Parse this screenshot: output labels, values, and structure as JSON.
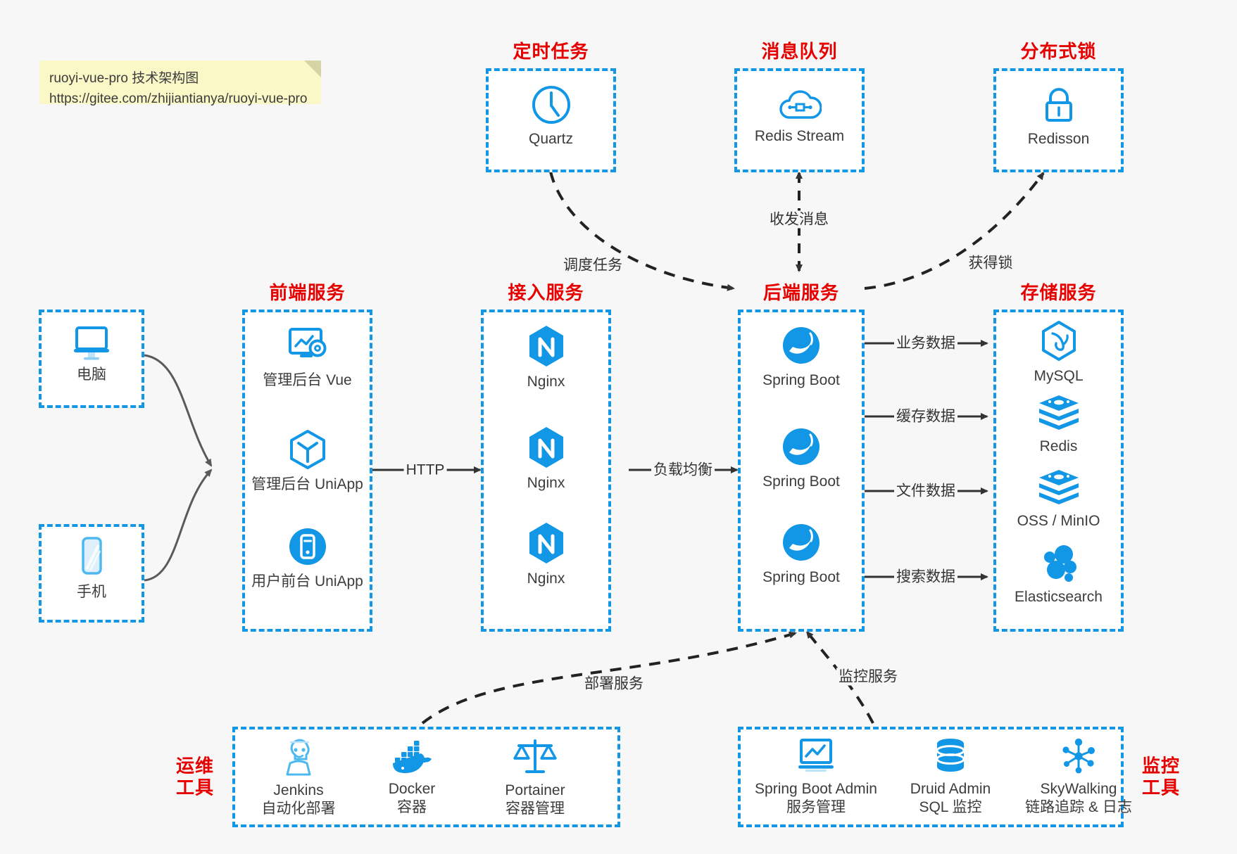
{
  "note": {
    "line1": "ruoyi-vue-pro 技术架构图",
    "line2": "https://gitee.com/zhijiantianya/ruoyi-vue-pro"
  },
  "colors": {
    "accent": "#1296e6",
    "title": "#e60000",
    "background": "#f7f7f7",
    "box_fill": "#ffffff",
    "note_fill": "#fbf8c8",
    "edge": "#333333",
    "curve_edge": "#5a5a5a"
  },
  "groups": {
    "scheduler": {
      "title": "定时任务",
      "nodes": [
        {
          "label": "Quartz",
          "icon": "clock-icon"
        }
      ]
    },
    "message_queue": {
      "title": "消息队列",
      "nodes": [
        {
          "label": "Redis Stream",
          "icon": "cloud-stream-icon"
        }
      ]
    },
    "distributed_lock": {
      "title": "分布式锁",
      "nodes": [
        {
          "label": "Redisson",
          "icon": "lock-icon"
        }
      ]
    },
    "clients": {
      "pc": {
        "label": "电脑",
        "icon": "desktop-icon"
      },
      "mobile": {
        "label": "手机",
        "icon": "phone-icon"
      }
    },
    "frontend": {
      "title": "前端服务",
      "nodes": [
        {
          "label": "管理后台 Vue",
          "icon": "dashboard-gear-icon"
        },
        {
          "label": "管理后台 UniApp",
          "icon": "cube-icon"
        },
        {
          "label": "用户前台 UniApp",
          "icon": "mobile-app-icon"
        }
      ]
    },
    "gateway": {
      "title": "接入服务",
      "nodes": [
        {
          "label": "Nginx",
          "icon": "nginx-icon"
        },
        {
          "label": "Nginx",
          "icon": "nginx-icon"
        },
        {
          "label": "Nginx",
          "icon": "nginx-icon"
        }
      ]
    },
    "backend": {
      "title": "后端服务",
      "nodes": [
        {
          "label": "Spring Boot",
          "icon": "spring-boot-icon"
        },
        {
          "label": "Spring Boot",
          "icon": "spring-boot-icon"
        },
        {
          "label": "Spring Boot",
          "icon": "spring-boot-icon"
        }
      ]
    },
    "storage": {
      "title": "存储服务",
      "nodes": [
        {
          "label": "MySQL",
          "icon": "mysql-icon"
        },
        {
          "label": "Redis",
          "icon": "redis-icon"
        },
        {
          "label": "OSS / MinIO",
          "icon": "redis-icon"
        },
        {
          "label": "Elasticsearch",
          "icon": "elasticsearch-icon"
        }
      ]
    },
    "devops": {
      "title": "运维\n工具",
      "title_line1": "运维",
      "title_line2": "工具",
      "nodes": [
        {
          "label": "Jenkins",
          "sub": "自动化部署",
          "icon": "jenkins-icon"
        },
        {
          "label": "Docker",
          "sub": "容器",
          "icon": "docker-icon"
        },
        {
          "label": "Portainer",
          "sub": "容器管理",
          "icon": "scales-icon"
        }
      ]
    },
    "monitoring": {
      "title_line1": "监控",
      "title_line2": "工具",
      "nodes": [
        {
          "label": "Spring Boot Admin",
          "sub": "服务管理",
          "icon": "monitor-chart-icon"
        },
        {
          "label": "Druid Admin",
          "sub": "SQL 监控",
          "icon": "database-icon"
        },
        {
          "label": "SkyWalking",
          "sub": "链路追踪 & 日志",
          "icon": "skywalking-icon"
        }
      ]
    }
  },
  "edges": [
    {
      "id": "http",
      "label": "HTTP"
    },
    {
      "id": "load-balance",
      "label": "负载均衡"
    },
    {
      "id": "schedule-task",
      "label": "调度任务"
    },
    {
      "id": "send-receive-message",
      "label": "收发消息"
    },
    {
      "id": "acquire-lock",
      "label": "获得锁"
    },
    {
      "id": "business-data",
      "label": "业务数据"
    },
    {
      "id": "cache-data",
      "label": "缓存数据"
    },
    {
      "id": "file-data",
      "label": "文件数据"
    },
    {
      "id": "search-data",
      "label": "搜索数据"
    },
    {
      "id": "deploy-service",
      "label": "部署服务"
    },
    {
      "id": "monitor-service",
      "label": "监控服务"
    }
  ]
}
